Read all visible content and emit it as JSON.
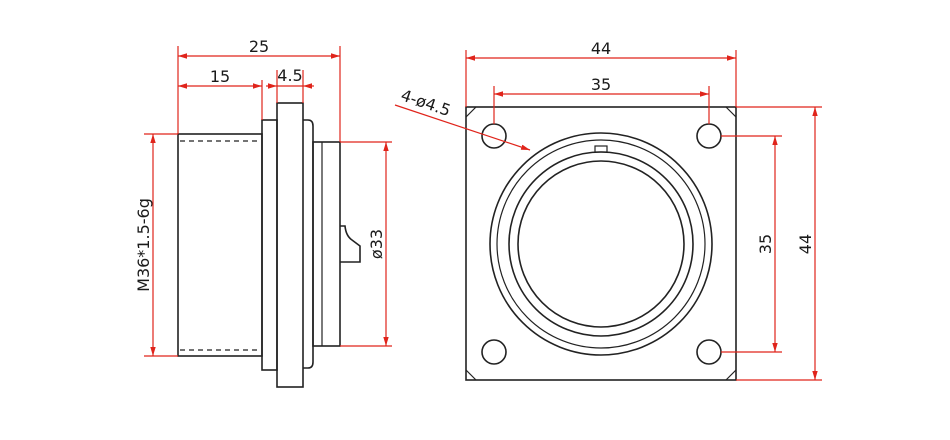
{
  "dimensions": {
    "side_total_length": "25",
    "side_thread_length": "15",
    "side_flange_thickness": "4.5",
    "side_thread_spec": "M36*1.5-6g",
    "side_rear_diameter": "ø33",
    "front_width": "44",
    "front_hole_spacing_h": "35",
    "front_hole_callout": "4-ø4.5",
    "front_hole_spacing_v": "35",
    "front_height": "44"
  },
  "colors": {
    "dimension_lines": "#e0241b",
    "object_lines": "#222222",
    "background": "#ffffff"
  }
}
